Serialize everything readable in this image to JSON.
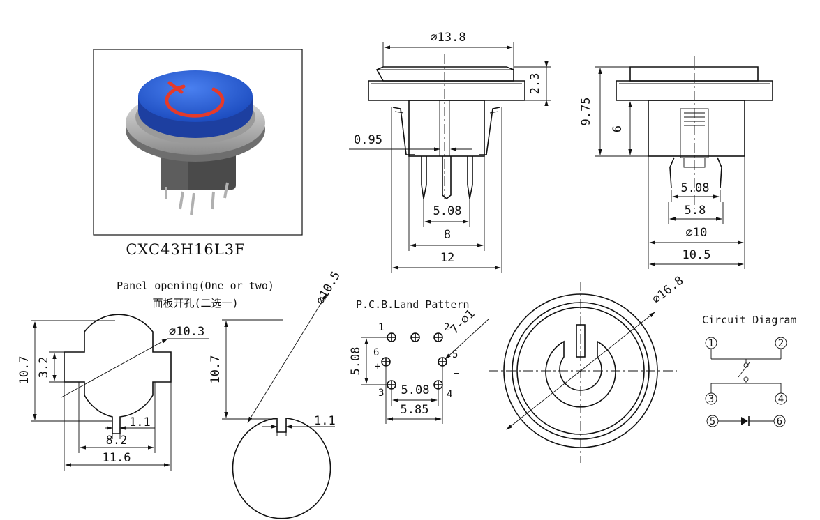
{
  "product": {
    "model": "CXC43H16L3F",
    "photo_icon": "power-symbol-icon",
    "cap_color": "#2b62d9",
    "symbol_color": "#e53a2a"
  },
  "front_view": {
    "cap_diameter": "⌀13.8",
    "cap_height": "2.3",
    "terminal_width": "0.95",
    "pin_pitch": "5.08",
    "body_inner": "8",
    "body_outer": "12"
  },
  "side_view": {
    "total_height": "9.75",
    "body_height": "6",
    "pin_pitch": "5.08",
    "pin_span": "5.8",
    "body_diameter": "⌀10",
    "body_width": "10.5"
  },
  "panel_opening": {
    "title_en": "Panel opening(One or two)",
    "title_cn": "面板开孔(二选一)",
    "option1": {
      "diameter": "⌀10.3",
      "height": "10.7",
      "tab_height": "3.2",
      "slot_width": "1.1",
      "inner_width": "8.2",
      "outer_width": "11.6"
    },
    "option2": {
      "diameter": "⌀10.5",
      "height": "10.7",
      "slot_width": "1.1"
    }
  },
  "pcb": {
    "title": "P.C.B.Land Pattern",
    "hole_spec": "7-⌀1",
    "vertical_pitch": "5.08",
    "horizontal_pitch": "5.08",
    "outer_pitch": "5.85",
    "pins": [
      "1",
      "2",
      "3",
      "4",
      "5",
      "6"
    ],
    "plus": "+",
    "minus": "−"
  },
  "top_view": {
    "diameter": "⌀16.8",
    "icon": "power-symbol-icon"
  },
  "circuit": {
    "title": "Circuit Diagram",
    "terminals": [
      "1",
      "2",
      "3",
      "4",
      "5",
      "6"
    ],
    "switch_icon": "switch-icon",
    "led_icon": "diode-icon"
  }
}
